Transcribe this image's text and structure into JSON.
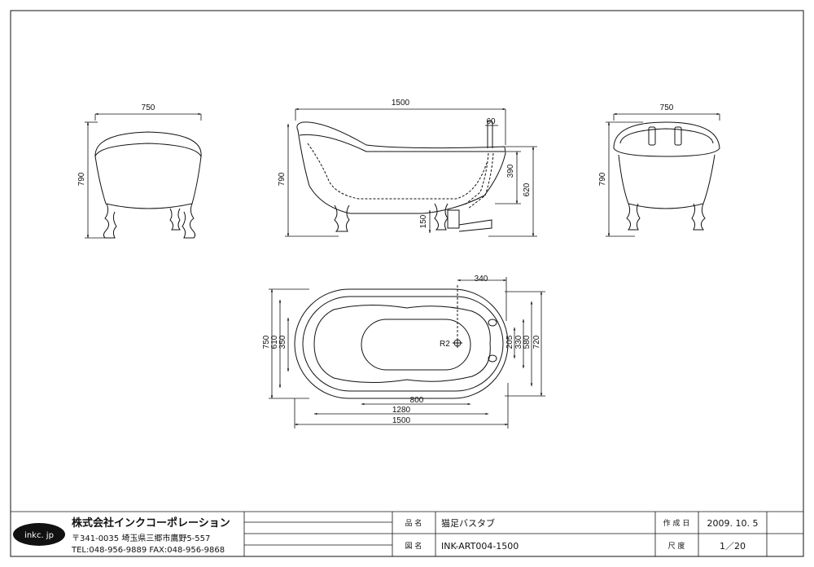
{
  "drawing": {
    "front_view": {
      "width_label": "750",
      "height_label": "790"
    },
    "side_view": {
      "length_label": "1500",
      "height_label": "790",
      "faucet_label": "60",
      "drain_height_label": "390",
      "rim_height_label": "620",
      "foot_label": "150"
    },
    "back_view": {
      "width_label": "750",
      "height_label": "790"
    },
    "plan_view": {
      "offset_label": "340",
      "drain_label": "R2",
      "left_dims": [
        "750",
        "610",
        "350"
      ],
      "right_dims": [
        "205",
        "330",
        "580",
        "720"
      ],
      "bottom_dims": [
        "800",
        "1280",
        "1500"
      ]
    }
  },
  "title_block": {
    "logo": "inkc. jp",
    "company": "株式会社インクコーポレーション",
    "address": "〒341-0035 埼玉県三郷市鷹野5-557",
    "contact": "TEL:048-956-9889  FAX:048-956-9868",
    "product_label": "品 名",
    "product_name": "猫足バスタブ",
    "drawing_label": "図 名",
    "drawing_number": "INK-ART004-1500",
    "created_label": "作 成 日",
    "created_date": "2009. 10. 5",
    "scale_label": "尺 度",
    "scale_value": "1／20"
  }
}
